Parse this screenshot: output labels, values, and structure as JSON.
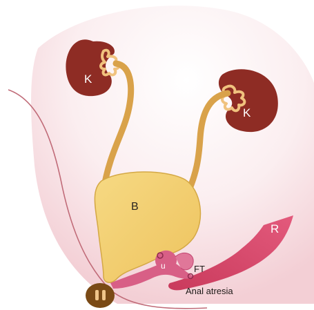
{
  "labels": {
    "kidney_left": "K",
    "kidney_right": "K",
    "bladder": "B",
    "rectum": "R",
    "uterus": "u",
    "fallopian_tubes": "FT",
    "anal_atresia": "Anal atresia"
  },
  "colors": {
    "pelvis_fill": "#f7dde0",
    "pelvis_edge": "#c06b78",
    "kidney": "#8e2c24",
    "kidney_calyx": "#f0c27e",
    "ureter": "#d9a24a",
    "bladder": "#f3cf72",
    "bladder_edge": "#d4a845",
    "rectum": "#d8456a",
    "uterus": "#d85f86",
    "perineal_knob": "#7a4a16"
  }
}
